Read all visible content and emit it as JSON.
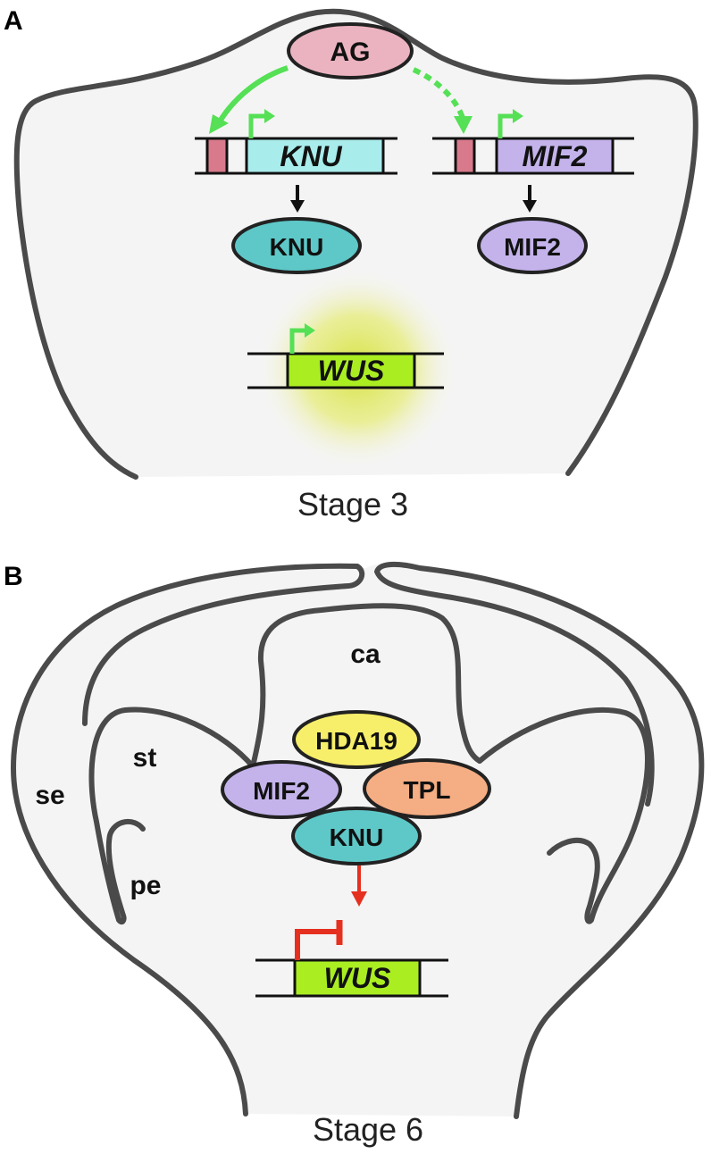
{
  "panels": {
    "a": {
      "letter": "A",
      "stage": "Stage 3",
      "proteins": {
        "ag": "AG",
        "knu": "KNU",
        "mif2": "MIF2"
      },
      "genes": {
        "knu": "KNU",
        "mif2": "MIF2",
        "wus": "WUS"
      }
    },
    "b": {
      "letter": "B",
      "stage": "Stage 6",
      "organs": {
        "ca": "ca",
        "st": "st",
        "se": "se",
        "pe": "pe"
      },
      "complex": {
        "hda19": "HDA19",
        "mif2": "MIF2",
        "tpl": "TPL",
        "knu": "KNU"
      },
      "genes": {
        "wus": "WUS"
      }
    }
  },
  "colors": {
    "outline": "#4a4a4a",
    "tissue_fill": "#f4f4f4",
    "ag": "#ebb3c0",
    "ag_box": "#d97a8c",
    "knu": "#5ec8c8",
    "knu_gene": "#a9ecec",
    "mif2": "#c4b3eb",
    "hda19": "#f7ef6a",
    "tpl": "#f5ad83",
    "wus": "#aaee22",
    "activation_arrow": "#55e055",
    "repression": "#e53020",
    "black_arrow": "#111111"
  }
}
